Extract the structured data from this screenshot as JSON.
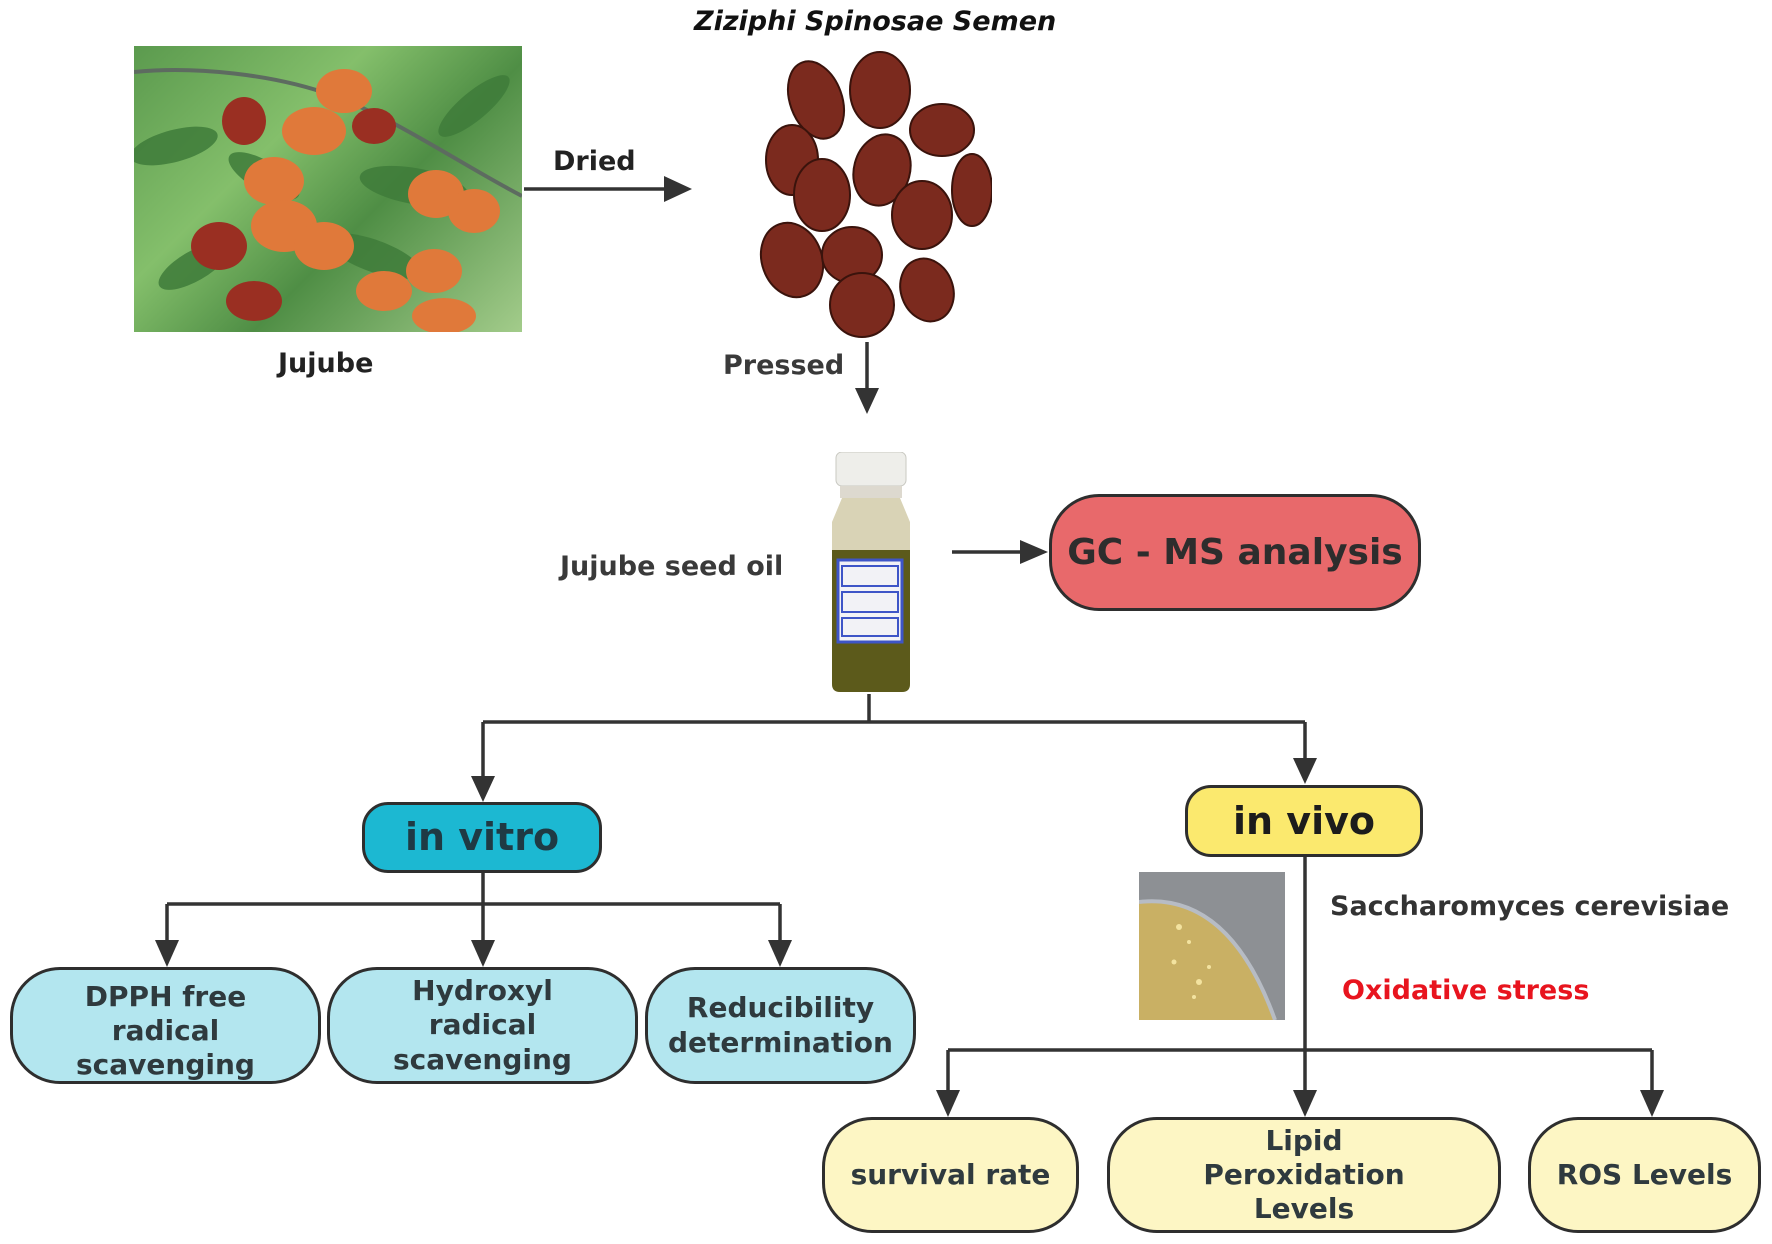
{
  "figure": {
    "title_italic": "Ziziphi Spinosae Semen",
    "source_label": "Jujube",
    "dried_label": "Dried",
    "pressed_label": "Pressed",
    "oil_label": "Jujube seed oil",
    "gcms_label": "GC - MS analysis",
    "in_vitro": {
      "label": "in vitro",
      "children": [
        "DPPH free radical scavenging",
        "Hydroxyl radical scavenging",
        "Reducibility determination"
      ]
    },
    "in_vivo": {
      "label": "in vivo",
      "organism": "Saccharomyces cerevisiae",
      "condition": "Oxidative stress",
      "children": [
        "survival rate",
        "Lipid Peroxidation Levels",
        "ROS Levels"
      ]
    },
    "images": {
      "jujube_photo": "photo of jujube fruits on branch",
      "seeds_photo": "photo of dried jujube seeds",
      "oil_bottle_photo": "photo of bottle of jujube seed oil",
      "yeast_plate_photo": "photo of yeast culture plate"
    }
  },
  "colors": {
    "gcms_fill": "#e8696b",
    "in_vitro_fill": "#1cb8d2",
    "in_vitro_child_fill": "#b3e6ef",
    "in_vivo_fill": "#fbe96e",
    "in_vivo_child_fill": "#fdf6c4",
    "condition_text": "#e8141e",
    "connector": "#333333"
  }
}
